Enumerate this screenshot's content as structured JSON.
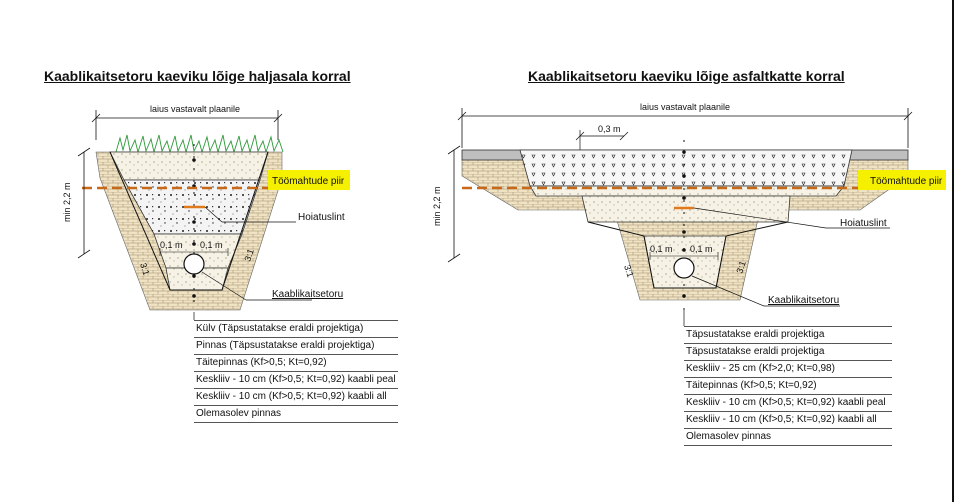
{
  "left": {
    "title": "Kaablikaitsetoru kaeviku lõige haljasala korral",
    "width_label": "laius vastavalt plaanile",
    "depth_label": "min 2,2 m",
    "work_limit_label": "Töömahtude piir",
    "tape_label": "Hoiatuslint",
    "pipe_label": "Kaablikaitsetoru",
    "offset_left": "0,1 m",
    "offset_right": "0,1 m",
    "slope_left": "3:1",
    "slope_right": "3:1",
    "layers": [
      "Külv (Täpsustatakse eraldi projektiga)",
      "Pinnas (Täpsustatakse eraldi projektiga)",
      "Täitepinnas (Kf>0,5; Kt=0,92)",
      "Keskliiv - 10 cm (Kf>0,5; Kt=0,92) kaabli peal",
      "Keskliiv - 10 cm (Kf>0,5; Kt=0,92) kaabli all",
      "Olemasolev pinnas"
    ]
  },
  "right": {
    "title": "Kaablikaitsetoru kaeviku lõige asfaltkatte korral",
    "width_label": "laius vastavalt plaanile",
    "depth_label": "min 2,2 m",
    "edge_label": "0,3 m",
    "work_limit_label": "Töömahtude piir",
    "tape_label": "Hoiatuslint",
    "pipe_label": "Kaablikaitsetoru",
    "offset_left": "0,1 m",
    "offset_right": "0,1 m",
    "slope_left": "3:1",
    "slope_right": "3:1",
    "layers": [
      "Täpsustatakse eraldi projektiga",
      "Täpsustatakse eraldi projektiga",
      "Keskliiv - 25 cm (Kf>2,0; Kt=0,98)",
      "Täitepinnas (Kf>0,5; Kt=0,92)",
      "Keskliiv - 10 cm (Kf>0,5; Kt=0,92) kaabli peal",
      "Keskliiv - 10 cm (Kf>0,5; Kt=0,92) kaabli all",
      "Olemasolev pinnas"
    ]
  },
  "colors": {
    "highlight": "#f4f000",
    "work_limit_line": "#c8691a",
    "tape": "#e07a1a",
    "sand": "#f3ead5",
    "brick": "#e8d9b5"
  }
}
